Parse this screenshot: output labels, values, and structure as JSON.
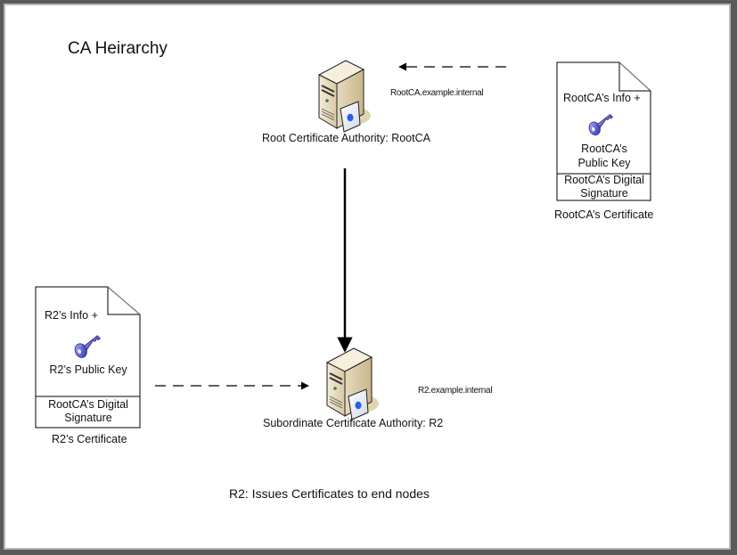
{
  "diagram": {
    "title": "CA Heirarchy",
    "root_ca": {
      "label": "Root Certificate Authority: RootCA",
      "hostname": "RootCA.example.internal"
    },
    "subordinate_ca": {
      "label": "Subordinate Certificate Authority: R2",
      "hostname": "R2.example.internal"
    },
    "root_certificate": {
      "info": "RootCA’s Info +",
      "public_key_line1": "RootCA’s",
      "public_key_line2": "Public Key",
      "signature_line1": "RootCA’s Digital",
      "signature_line2": "Signature",
      "caption": "RootCA’s Certificate"
    },
    "r2_certificate": {
      "info": "R2’s Info +",
      "public_key": "R2’s Public Key",
      "signature_line1": "RootCA’s Digital",
      "signature_line2": "Signature",
      "caption": "R2’s Certificate"
    },
    "footer_note": "R2: Issues Certificates to end nodes",
    "colors": {
      "key_blue": "#5a5ad0",
      "key_text": "#1a1a8c",
      "server_beige": "#e8dcc0",
      "cert_dot": "#2a5cf0"
    }
  }
}
